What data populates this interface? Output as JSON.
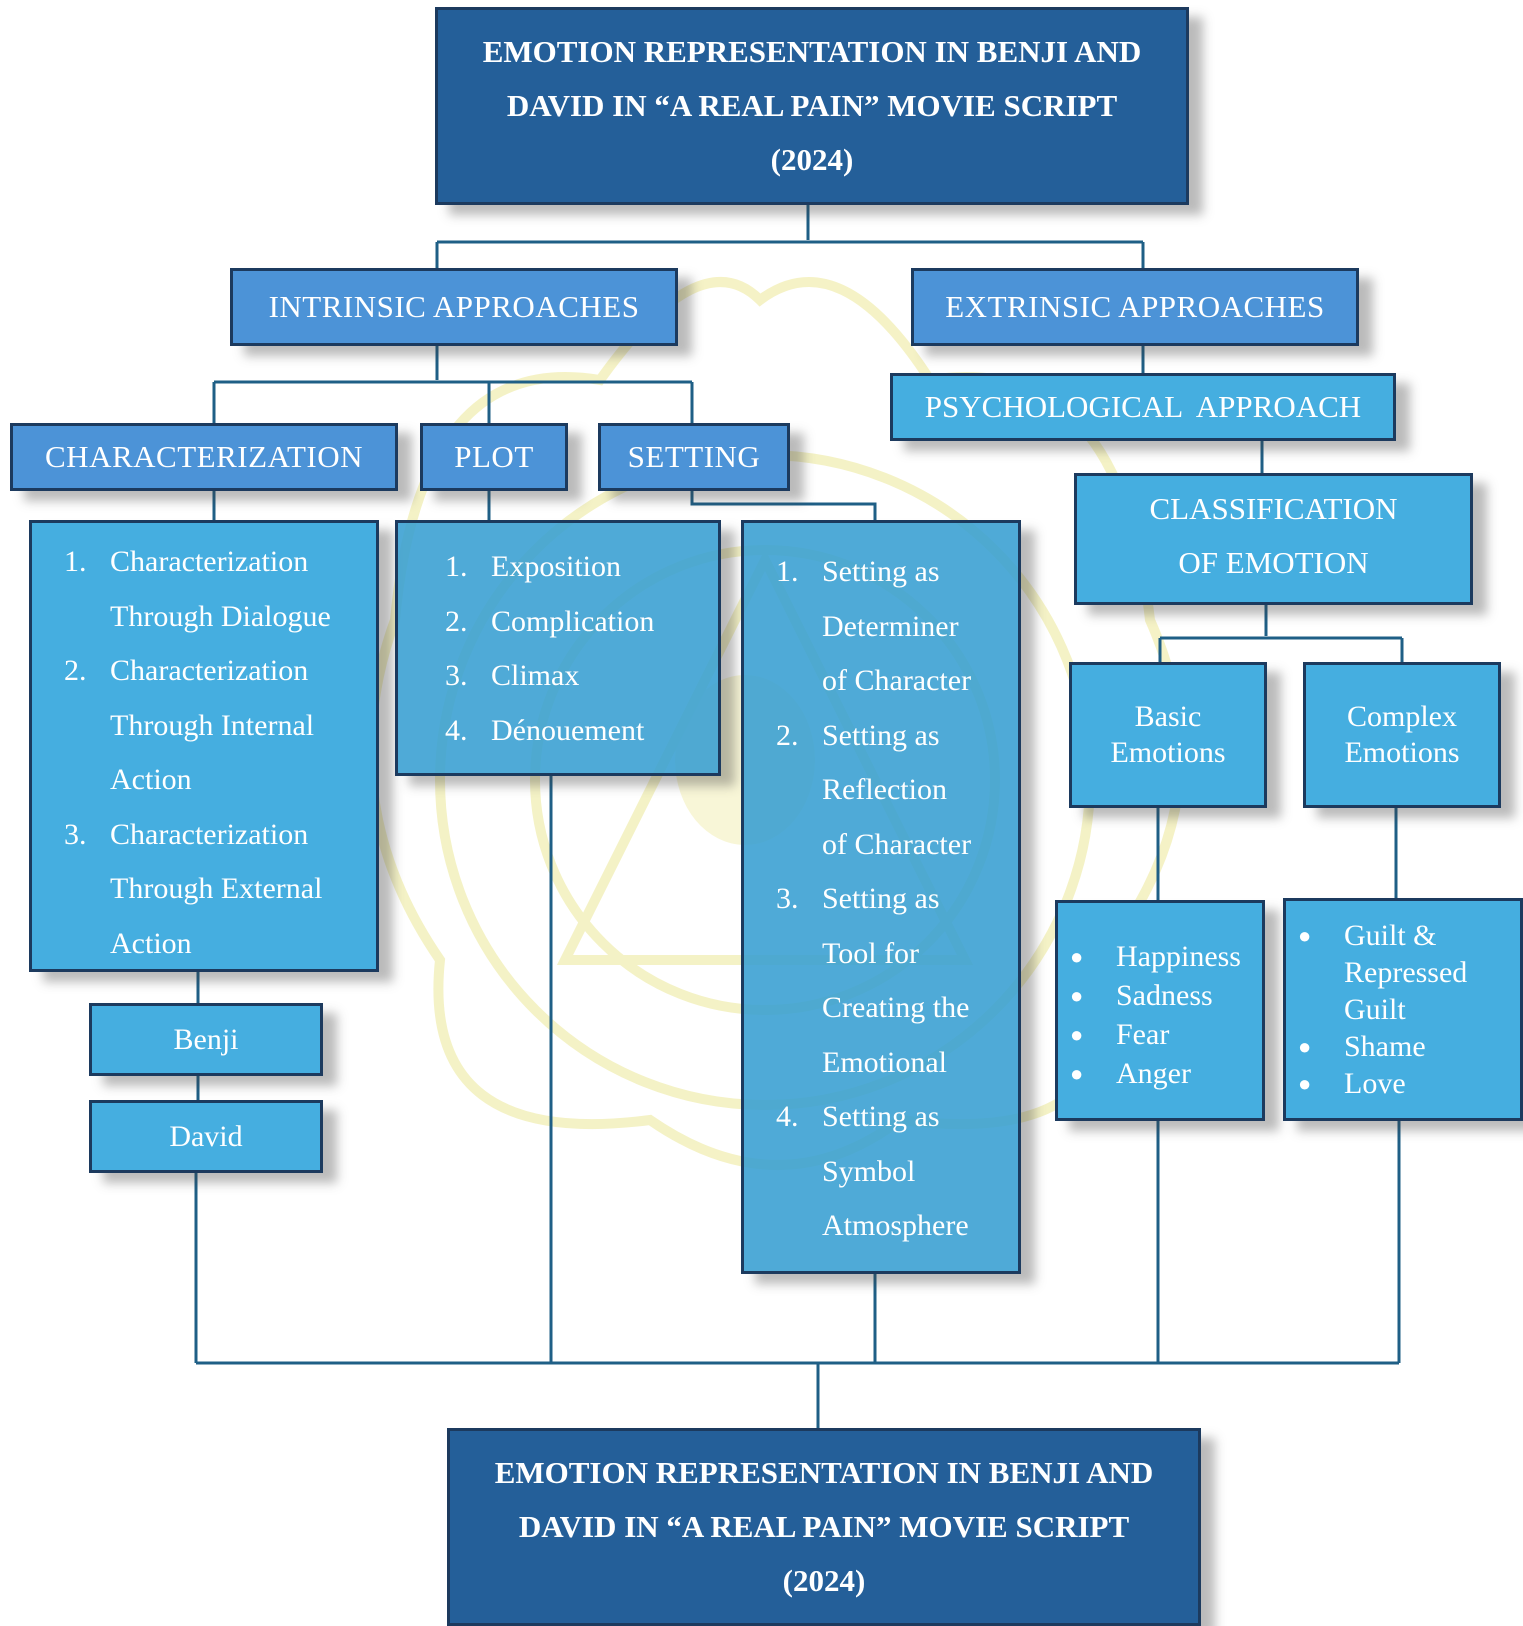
{
  "title": {
    "line1": "EMOTION REPRESENTATION IN BENJI AND",
    "line2": "DAVID IN “A REAL PAIN” MOVIE SCRIPT",
    "line3": "(2024)"
  },
  "conclusion": {
    "line1": "EMOTION REPRESENTATION IN BENJI AND",
    "line2": "DAVID IN “A REAL PAIN” MOVIE SCRIPT",
    "line3": "(2024)"
  },
  "intrinsic": {
    "label": "INTRINSIC APPROACHES",
    "characterization": {
      "label": "CHARACTERIZATION",
      "items": [
        {
          "num": "1.",
          "lines": [
            "Characterization",
            "Through Dialogue"
          ]
        },
        {
          "num": "2.",
          "lines": [
            "Characterization",
            "Through Internal",
            "Action"
          ]
        },
        {
          "num": "3.",
          "lines": [
            "Characterization",
            "Through External",
            "Action"
          ]
        }
      ],
      "characters": [
        "Benji",
        "David"
      ]
    },
    "plot": {
      "label": "PLOT",
      "items": [
        {
          "num": "1.",
          "text": "Exposition"
        },
        {
          "num": "2.",
          "text": "Complication"
        },
        {
          "num": "3.",
          "text": "Climax"
        },
        {
          "num": "4.",
          "text": "Dénouement"
        }
      ]
    },
    "setting": {
      "label": "SETTING",
      "items": [
        {
          "num": "1.",
          "lines": [
            "Setting as",
            "Determiner",
            "of Character"
          ]
        },
        {
          "num": "2.",
          "lines": [
            "Setting as",
            "Reflection",
            "of Character"
          ]
        },
        {
          "num": "3.",
          "lines": [
            "Setting as",
            "Tool for",
            "Creating the",
            "Emotional"
          ]
        },
        {
          "num": "4.",
          "lines": [
            "Setting as",
            "Symbol",
            "Atmosphere"
          ]
        }
      ]
    }
  },
  "extrinsic": {
    "label": "EXTRINSIC APPROACHES",
    "psychological": {
      "label": "PSYCHOLOGICAL  APPROACH"
    },
    "classification": {
      "line1": "CLASSIFICATION",
      "line2": "OF EMOTION"
    },
    "basic": {
      "line1": "Basic",
      "line2": "Emotions",
      "items": [
        "Happiness",
        "Sadness",
        "Fear",
        "Anger"
      ]
    },
    "complex": {
      "line1": "Complex",
      "line2": "Emotions",
      "items": [
        {
          "lines": [
            "Guilt &",
            "Repressed",
            "Guilt"
          ]
        },
        {
          "lines": [
            "Shame"
          ]
        },
        {
          "lines": [
            "Love"
          ]
        }
      ]
    }
  },
  "colors": {
    "title_fill": "#245f99",
    "header_fill": "#4c93d7",
    "node_fill": "#45aee0",
    "border": "#1c3a5e",
    "connector": "#1f5f86"
  }
}
